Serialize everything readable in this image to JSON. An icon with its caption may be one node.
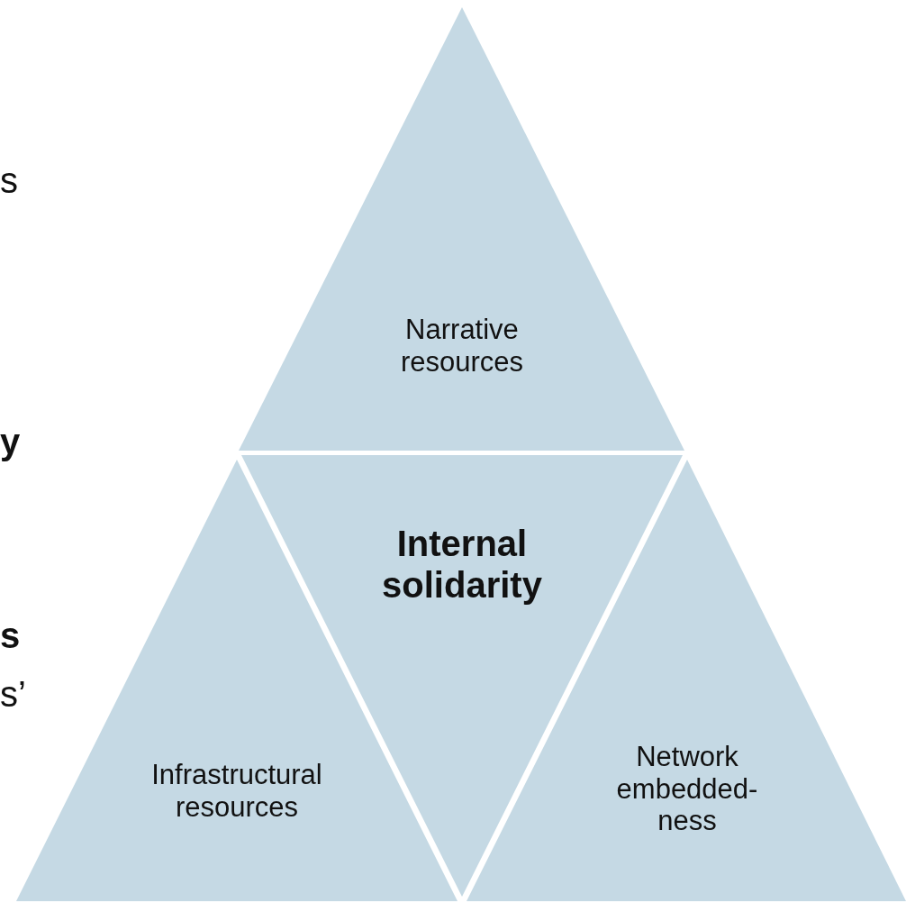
{
  "diagram": {
    "nodes": [
      {
        "text": [
          "Narrative resources"
        ]
      },
      {
        "text": [
          "Internal solidarity"
        ]
      },
      {
        "text": [
          "Infrastructural resources"
        ]
      },
      {
        "text": [
          "Network embedded-ness"
        ]
      }
    ],
    "labels": [
      "s",
      "y",
      "s",
      "s’"
    ]
  }
}
